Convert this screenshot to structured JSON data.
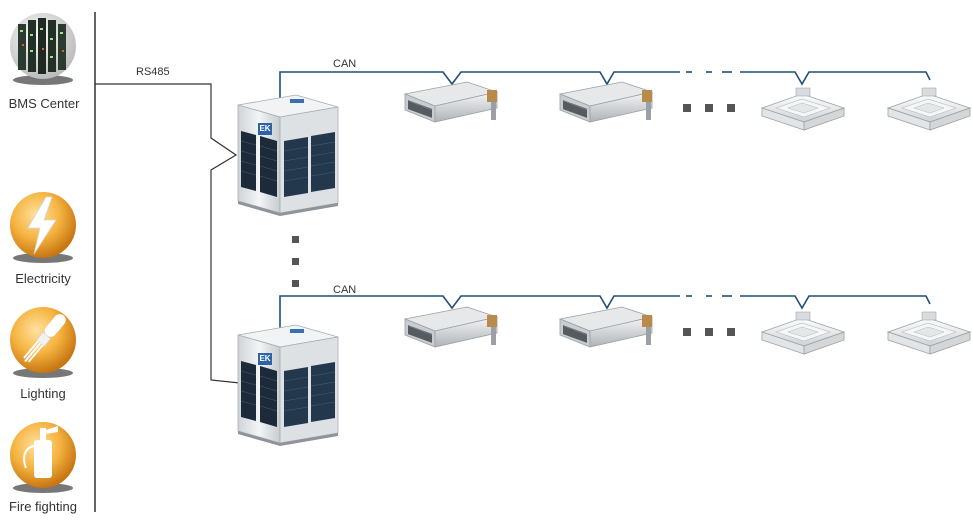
{
  "side_panel": {
    "systems": [
      {
        "label": "BMS Center",
        "icon": "server-rack-icon"
      },
      {
        "label": "Electricity",
        "icon": "lightning-bolt-icon"
      },
      {
        "label": "Lighting",
        "icon": "light-bulb-icon"
      },
      {
        "label": "Fire fighting",
        "icon": "fire-extinguisher-icon"
      }
    ]
  },
  "bus": {
    "bms_link_label": "RS485",
    "indoor_bus_label": "CAN"
  },
  "outdoor_unit": {
    "badge_text": "EK"
  },
  "colors": {
    "can_bus": "#1f4e79",
    "rs485_bus": "#333333",
    "icon_orange": "#f0a12a",
    "unit_body": "#e9ecef",
    "fan_grille": "#1c2a3a"
  }
}
